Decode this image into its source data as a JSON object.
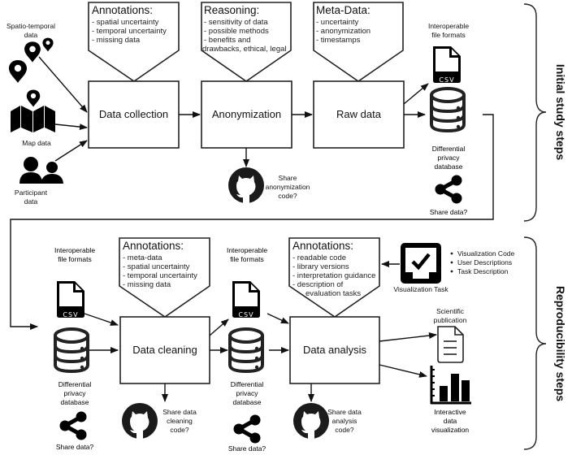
{
  "sections": {
    "initial": "Initial study steps",
    "reproducibility": "Reproducibility steps"
  },
  "inputs": {
    "spatio_temporal": [
      "Spatio-temporal",
      "data"
    ],
    "map": "Map data",
    "participant": [
      "Participant",
      "data"
    ]
  },
  "row1": {
    "collection": {
      "label": "Data collection",
      "annotation_title": "Annotations:",
      "annotation_items": [
        "- spatial uncertainty",
        "- temporal uncertainty",
        "- missing data"
      ]
    },
    "anonymization": {
      "label": "Anonymization",
      "annotation_title": "Reasoning:",
      "annotation_items": [
        "- sensitivity of data",
        "- possible methods",
        "- benefits and",
        "drawbacks, ethical, legal"
      ],
      "share_code": [
        "Share",
        "anonymization",
        "code?"
      ]
    },
    "raw": {
      "label": "Raw data",
      "annotation_title": "Meta-Data:",
      "annotation_items": [
        "- uncertainty",
        "- anonymization",
        "- timestamps"
      ]
    },
    "outputs": {
      "file_formats": [
        "Interoperable",
        "file formats"
      ],
      "csv": "CSV",
      "database": [
        "Differential",
        "privacy",
        "database"
      ],
      "share": "Share data?"
    }
  },
  "row2": {
    "inputs": {
      "file_formats": [
        "Interoperable",
        "file formats"
      ],
      "csv": "CSV",
      "database": [
        "Differential",
        "privacy",
        "database"
      ],
      "share": "Share data?"
    },
    "cleaning": {
      "label": "Data cleaning",
      "annotation_title": "Annotations:",
      "annotation_items": [
        "- meta-data",
        "- spatial uncertainty",
        "- temporal uncertainty",
        "- missing data"
      ],
      "share_code": [
        "Share data",
        "cleaning",
        "code?"
      ]
    },
    "mid_outputs": {
      "file_formats": [
        "Interoperable",
        "file formats"
      ],
      "csv": "CSV",
      "database": [
        "Differential",
        "privacy",
        "database"
      ],
      "share": "Share data?"
    },
    "analysis": {
      "label": "Data analysis",
      "annotation_title": "Annotations:",
      "annotation_items": [
        "- readable code",
        "- library versions",
        "- interpretation guidance",
        "- description of",
        "evaluation tasks"
      ],
      "share_code": [
        "Share data",
        "analysis",
        "code?"
      ]
    },
    "visualization_task": {
      "label": "Visualization Task",
      "bullets": [
        "Visualization Code",
        "User Descriptions",
        "Task Description"
      ]
    },
    "publication": [
      "Scientific",
      "publication"
    ],
    "interactive": [
      "Interactive",
      "data",
      "visualization"
    ]
  }
}
